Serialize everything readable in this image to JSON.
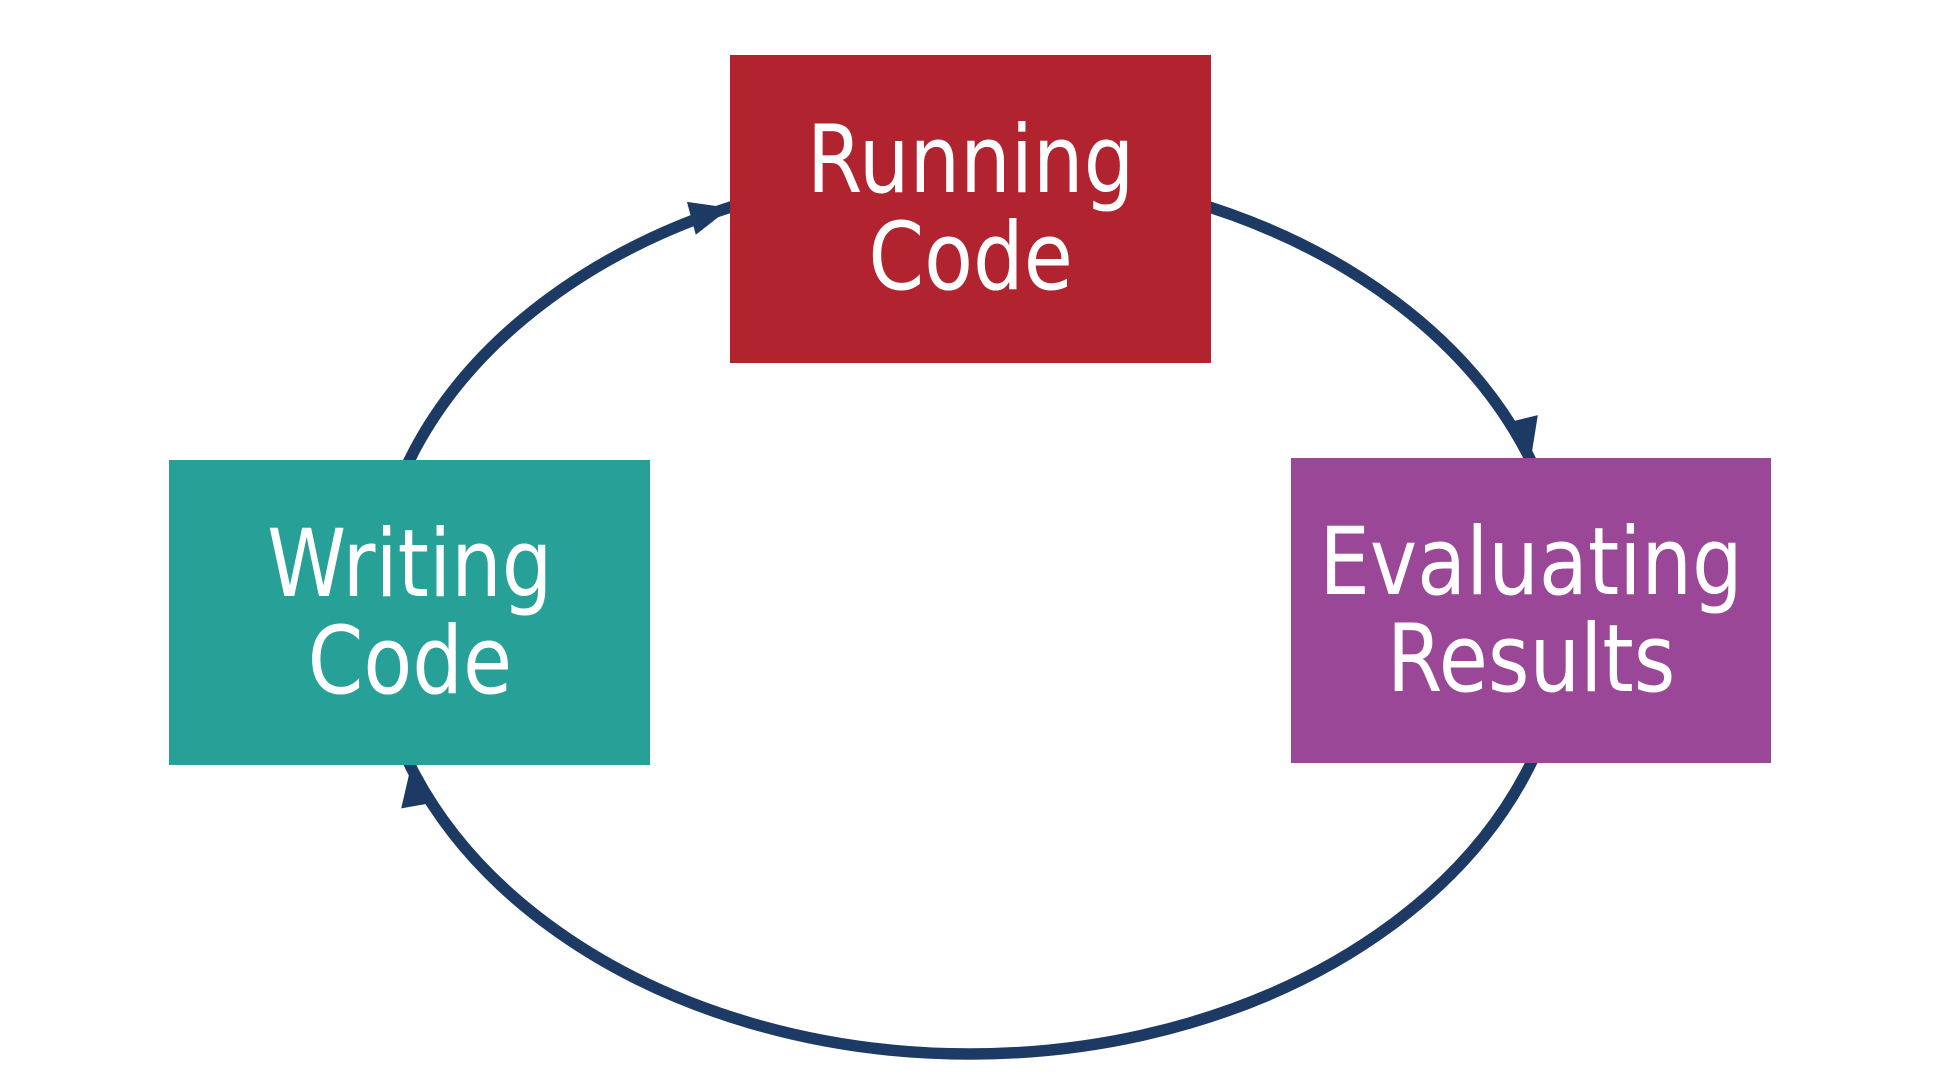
{
  "canvas": {
    "background": "#FFFFFF"
  },
  "cycle": {
    "arrow_color": "#1C3A63",
    "direction": "clockwise",
    "edges": [
      {
        "from": "writing-code",
        "to": "running-code"
      },
      {
        "from": "running-code",
        "to": "evaluating-results"
      },
      {
        "from": "evaluating-results",
        "to": "writing-code"
      }
    ]
  },
  "nodes": [
    {
      "id": "running-code",
      "line1": "Running",
      "line2": "Code",
      "fill": "#B1242F",
      "text_color": "#FFFFFF"
    },
    {
      "id": "evaluating-results",
      "line1": "Evaluating",
      "line2": "Results",
      "fill": "#9B4797",
      "text_color": "#FFFFFF"
    },
    {
      "id": "writing-code",
      "line1": "Writing",
      "line2": "Code",
      "fill": "#27A098",
      "text_color": "#FFFFFF"
    }
  ]
}
